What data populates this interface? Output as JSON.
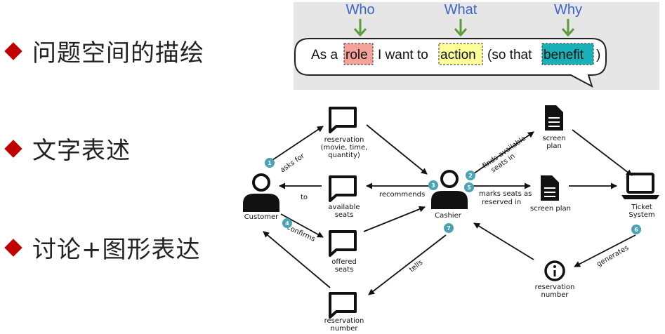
{
  "bullets": [
    "问题空间的描绘",
    "文字表述",
    "讨论+图形表达"
  ],
  "user_story": {
    "headers": [
      "Who",
      "What",
      "Why"
    ],
    "prefix": "As a",
    "role": "role",
    "middle": "I want to",
    "action": "action",
    "so_that": "(so that",
    "benefit": "benefit",
    "close": ")",
    "colors": {
      "role": "#f4a29a",
      "action": "#ffff99",
      "benefit": "#1ab0b8",
      "header": "#3c64c8",
      "arrow": "#5a9a3a"
    }
  },
  "diagram": {
    "nodes": {
      "customer": "Customer",
      "cashier": "Cashier",
      "ticket_system_1": "Ticket",
      "ticket_system_2": "System",
      "res_req_1": "reservation",
      "res_req_2": "(movie, time,",
      "res_req_3": "quantity)",
      "avail_1": "available",
      "avail_2": "seats",
      "offered_1": "offered",
      "offered_2": "seats",
      "resnum_1": "reservation",
      "resnum_2": "number",
      "screen1_1": "screen",
      "screen1_2": "plan",
      "screen2": "screen plan",
      "resnum_info_1": "reservation",
      "resnum_info_2": "number"
    },
    "edges": {
      "asks_for": "asks for",
      "to": "to",
      "confirms": "confirms",
      "recommends": "recommends",
      "finds_1": "finds available",
      "finds_2": "seats in",
      "marks_1": "marks seats as",
      "marks_2": "reserved  in",
      "tells": "tells",
      "generates": "generates"
    },
    "badges": [
      "1",
      "2",
      "3",
      "4",
      "5",
      "6",
      "7"
    ],
    "badge_color": "#4aa3b5"
  }
}
